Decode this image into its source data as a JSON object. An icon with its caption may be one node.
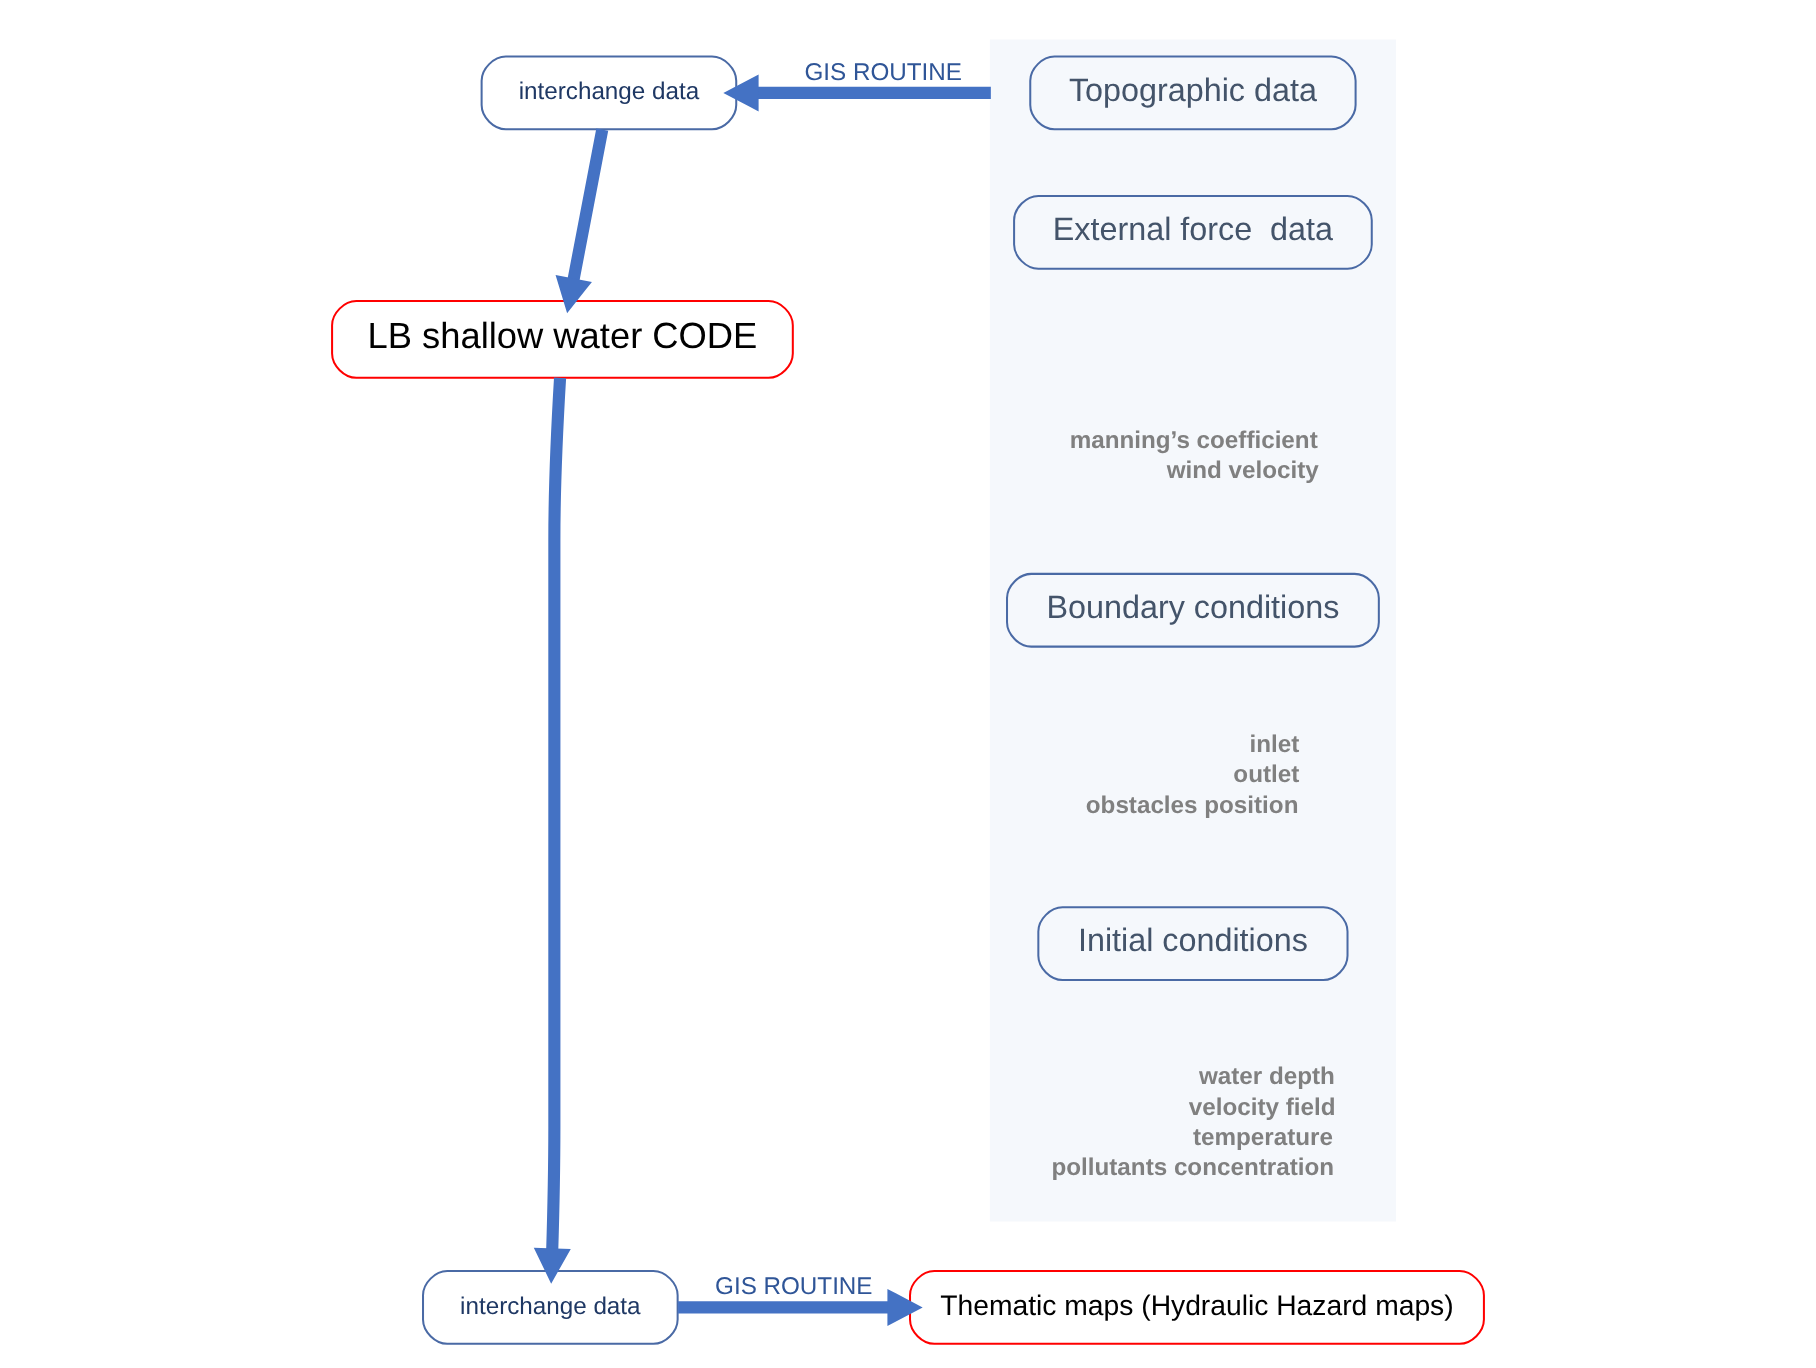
{
  "diagram": {
    "nodes": [
      {
        "text": [],
        "shape": "box"
      },
      {
        "text": [
          "Topographic data"
        ],
        "in": 0
      },
      {
        "text": [
          "External force  data"
        ],
        "in": 0,
        "beside": [
          "manning’s coefficient",
          "wind velocity"
        ]
      },
      {
        "text": [
          "Boundary conditions"
        ],
        "in": 0,
        "beside": [
          "inlet",
          "outlet",
          "obstacles position"
        ]
      },
      {
        "text": [
          "Initial conditions"
        ],
        "in": 0,
        "beside": [
          "water depth",
          "velocity field",
          "temperature",
          "pollutants concentration"
        ]
      },
      {
        "text": [
          "interchange data"
        ]
      },
      {
        "text": [
          "LB shallow water CODE"
        ]
      },
      {
        "text": [
          "interchange data"
        ]
      },
      {
        "text": [
          "Thematic maps (Hydraulic Hazard maps)"
        ]
      }
    ],
    "edges": [
      {
        "from": 0,
        "to": 5,
        "arrow": "to",
        "label": "GIS ROUTINE"
      },
      {
        "from": 5,
        "to": 6,
        "arrow": "to"
      },
      {
        "from": 6,
        "to": 7,
        "arrow": "to"
      },
      {
        "from": 7,
        "to": 8,
        "arrow": "to",
        "label": "GIS ROUTINE"
      }
    ]
  }
}
